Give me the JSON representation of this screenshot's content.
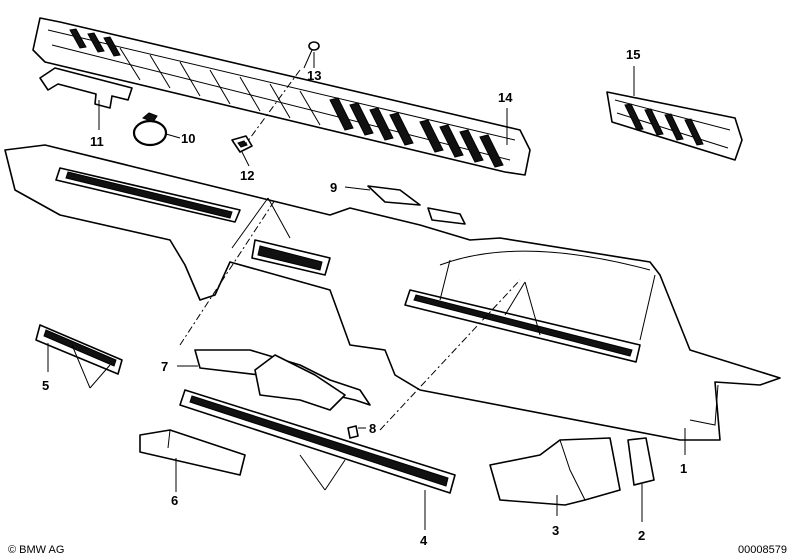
{
  "callouts": [
    {
      "id": "1",
      "label": "1"
    },
    {
      "id": "2",
      "label": "2"
    },
    {
      "id": "3",
      "label": "3"
    },
    {
      "id": "4",
      "label": "4"
    },
    {
      "id": "5",
      "label": "5"
    },
    {
      "id": "6",
      "label": "6"
    },
    {
      "id": "7",
      "label": "7"
    },
    {
      "id": "8",
      "label": "8"
    },
    {
      "id": "9",
      "label": "9"
    },
    {
      "id": "10",
      "label": "10"
    },
    {
      "id": "11",
      "label": "11"
    },
    {
      "id": "12",
      "label": "12"
    },
    {
      "id": "13",
      "label": "13"
    },
    {
      "id": "14",
      "label": "14"
    },
    {
      "id": "15",
      "label": "15"
    }
  ],
  "footer": {
    "copyright": "© BMW AG",
    "diagram_number": "00008579"
  }
}
